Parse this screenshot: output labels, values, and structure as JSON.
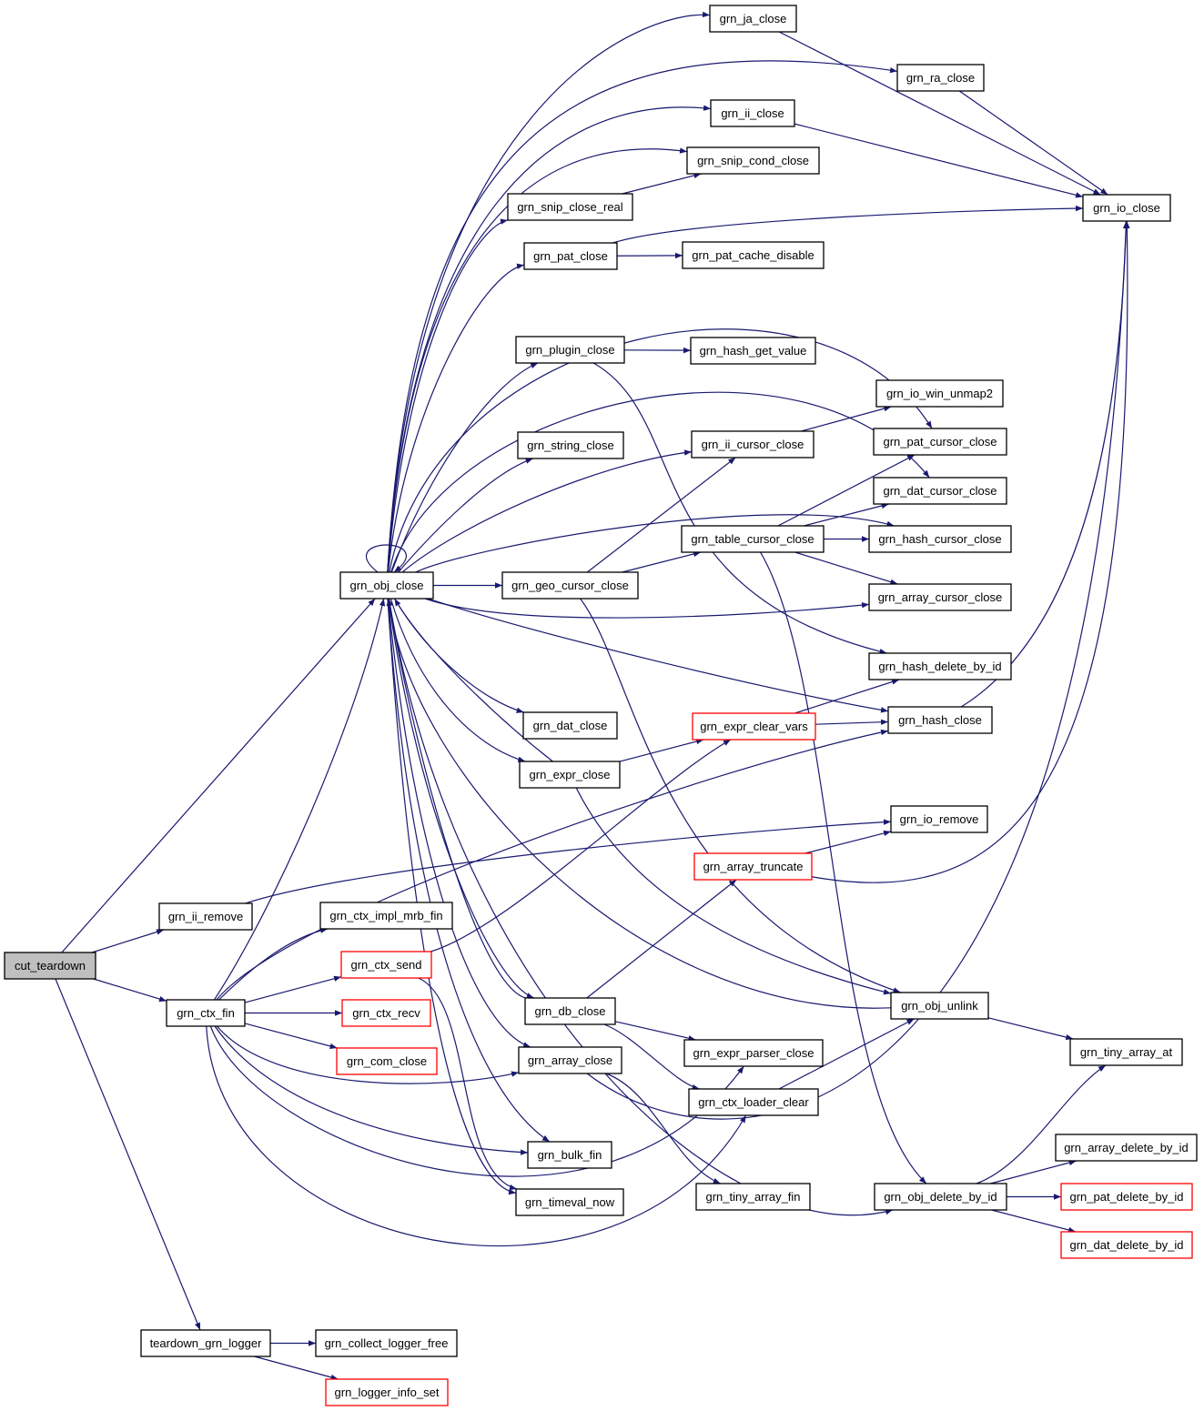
{
  "graph": {
    "root": "cut_teardown",
    "colors": {
      "edge": "#191970",
      "node_border": "#000000",
      "truncated_border": "#ff0000",
      "root_fill": "#bfbfbf",
      "node_fill": "#ffffff"
    },
    "nodes": [
      {
        "id": "cut_teardown",
        "label": "cut_teardown",
        "style": "root"
      },
      {
        "id": "grn_ii_remove",
        "label": "grn_ii_remove",
        "style": "normal"
      },
      {
        "id": "grn_ctx_fin",
        "label": "grn_ctx_fin",
        "style": "normal"
      },
      {
        "id": "teardown_grn_logger",
        "label": "teardown_grn_logger",
        "style": "normal"
      },
      {
        "id": "grn_obj_close",
        "label": "grn_obj_close",
        "style": "normal"
      },
      {
        "id": "grn_ctx_impl_mrb_fin",
        "label": "grn_ctx_impl_mrb_fin",
        "style": "normal"
      },
      {
        "id": "grn_ctx_send",
        "label": "grn_ctx_send",
        "style": "truncated"
      },
      {
        "id": "grn_ctx_recv",
        "label": "grn_ctx_recv",
        "style": "truncated"
      },
      {
        "id": "grn_com_close",
        "label": "grn_com_close",
        "style": "truncated"
      },
      {
        "id": "grn_collect_logger_free",
        "label": "grn_collect_logger_free",
        "style": "normal"
      },
      {
        "id": "grn_logger_info_set",
        "label": "grn_logger_info_set",
        "style": "truncated"
      },
      {
        "id": "grn_ja_close",
        "label": "grn_ja_close",
        "style": "normal"
      },
      {
        "id": "grn_ii_close",
        "label": "grn_ii_close",
        "style": "normal"
      },
      {
        "id": "grn_snip_close_real",
        "label": "grn_snip_close_real",
        "style": "normal"
      },
      {
        "id": "grn_pat_close",
        "label": "grn_pat_close",
        "style": "normal"
      },
      {
        "id": "grn_plugin_close",
        "label": "grn_plugin_close",
        "style": "normal"
      },
      {
        "id": "grn_string_close",
        "label": "grn_string_close",
        "style": "normal"
      },
      {
        "id": "grn_geo_cursor_close",
        "label": "grn_geo_cursor_close",
        "style": "normal"
      },
      {
        "id": "grn_dat_close",
        "label": "grn_dat_close",
        "style": "normal"
      },
      {
        "id": "grn_expr_close",
        "label": "grn_expr_close",
        "style": "normal"
      },
      {
        "id": "grn_db_close",
        "label": "grn_db_close",
        "style": "normal"
      },
      {
        "id": "grn_array_close",
        "label": "grn_array_close",
        "style": "normal"
      },
      {
        "id": "grn_bulk_fin",
        "label": "grn_bulk_fin",
        "style": "normal"
      },
      {
        "id": "grn_timeval_now",
        "label": "grn_timeval_now",
        "style": "normal"
      },
      {
        "id": "grn_snip_cond_close",
        "label": "grn_snip_cond_close",
        "style": "normal"
      },
      {
        "id": "grn_pat_cache_disable",
        "label": "grn_pat_cache_disable",
        "style": "normal"
      },
      {
        "id": "grn_hash_get_value",
        "label": "grn_hash_get_value",
        "style": "normal"
      },
      {
        "id": "grn_ii_cursor_close",
        "label": "grn_ii_cursor_close",
        "style": "normal"
      },
      {
        "id": "grn_table_cursor_close",
        "label": "grn_table_cursor_close",
        "style": "normal"
      },
      {
        "id": "grn_expr_clear_vars",
        "label": "grn_expr_clear_vars",
        "style": "truncated"
      },
      {
        "id": "grn_array_truncate",
        "label": "grn_array_truncate",
        "style": "truncated"
      },
      {
        "id": "grn_expr_parser_close",
        "label": "grn_expr_parser_close",
        "style": "normal"
      },
      {
        "id": "grn_ctx_loader_clear",
        "label": "grn_ctx_loader_clear",
        "style": "normal"
      },
      {
        "id": "grn_tiny_array_fin",
        "label": "grn_tiny_array_fin",
        "style": "normal"
      },
      {
        "id": "grn_ra_close",
        "label": "grn_ra_close",
        "style": "normal"
      },
      {
        "id": "grn_io_win_unmap2",
        "label": "grn_io_win_unmap2",
        "style": "normal"
      },
      {
        "id": "grn_pat_cursor_close",
        "label": "grn_pat_cursor_close",
        "style": "normal"
      },
      {
        "id": "grn_dat_cursor_close",
        "label": "grn_dat_cursor_close",
        "style": "normal"
      },
      {
        "id": "grn_hash_cursor_close",
        "label": "grn_hash_cursor_close",
        "style": "normal"
      },
      {
        "id": "grn_array_cursor_close",
        "label": "grn_array_cursor_close",
        "style": "normal"
      },
      {
        "id": "grn_hash_delete_by_id",
        "label": "grn_hash_delete_by_id",
        "style": "normal"
      },
      {
        "id": "grn_hash_close",
        "label": "grn_hash_close",
        "style": "normal"
      },
      {
        "id": "grn_io_remove",
        "label": "grn_io_remove",
        "style": "normal"
      },
      {
        "id": "grn_obj_unlink",
        "label": "grn_obj_unlink",
        "style": "normal"
      },
      {
        "id": "grn_obj_delete_by_id",
        "label": "grn_obj_delete_by_id",
        "style": "normal"
      },
      {
        "id": "grn_io_close",
        "label": "grn_io_close",
        "style": "normal"
      },
      {
        "id": "grn_tiny_array_at",
        "label": "grn_tiny_array_at",
        "style": "normal"
      },
      {
        "id": "grn_array_delete_by_id",
        "label": "grn_array_delete_by_id",
        "style": "normal"
      },
      {
        "id": "grn_pat_delete_by_id",
        "label": "grn_pat_delete_by_id",
        "style": "truncated"
      },
      {
        "id": "grn_dat_delete_by_id",
        "label": "grn_dat_delete_by_id",
        "style": "truncated"
      }
    ],
    "edges": [
      [
        "cut_teardown",
        "grn_obj_close"
      ],
      [
        "cut_teardown",
        "grn_ii_remove"
      ],
      [
        "cut_teardown",
        "grn_ctx_fin"
      ],
      [
        "cut_teardown",
        "teardown_grn_logger"
      ],
      [
        "grn_ii_remove",
        "grn_io_remove"
      ],
      [
        "grn_ctx_fin",
        "grn_obj_close"
      ],
      [
        "grn_ctx_fin",
        "grn_ctx_impl_mrb_fin"
      ],
      [
        "grn_ctx_fin",
        "grn_ctx_send"
      ],
      [
        "grn_ctx_fin",
        "grn_ctx_recv"
      ],
      [
        "grn_ctx_fin",
        "grn_com_close"
      ],
      [
        "grn_ctx_fin",
        "grn_array_close"
      ],
      [
        "grn_ctx_fin",
        "grn_bulk_fin"
      ],
      [
        "grn_ctx_fin",
        "grn_hash_close"
      ],
      [
        "grn_ctx_fin",
        "grn_expr_parser_close"
      ],
      [
        "grn_ctx_fin",
        "grn_ctx_loader_clear"
      ],
      [
        "grn_ctx_send",
        "grn_expr_clear_vars"
      ],
      [
        "grn_ctx_send",
        "grn_timeval_now"
      ],
      [
        "teardown_grn_logger",
        "grn_collect_logger_free"
      ],
      [
        "teardown_grn_logger",
        "grn_logger_info_set"
      ],
      [
        "grn_obj_close",
        "grn_obj_close"
      ],
      [
        "grn_obj_close",
        "grn_ja_close"
      ],
      [
        "grn_obj_close",
        "grn_ra_close"
      ],
      [
        "grn_obj_close",
        "grn_ii_close"
      ],
      [
        "grn_obj_close",
        "grn_snip_cond_close"
      ],
      [
        "grn_obj_close",
        "grn_snip_close_real"
      ],
      [
        "grn_obj_close",
        "grn_pat_close"
      ],
      [
        "grn_obj_close",
        "grn_pat_cursor_close"
      ],
      [
        "grn_obj_close",
        "grn_plugin_close"
      ],
      [
        "grn_obj_close",
        "grn_dat_cursor_close"
      ],
      [
        "grn_obj_close",
        "grn_string_close"
      ],
      [
        "grn_obj_close",
        "grn_ii_cursor_close"
      ],
      [
        "grn_obj_close",
        "grn_hash_cursor_close"
      ],
      [
        "grn_obj_close",
        "grn_geo_cursor_close"
      ],
      [
        "grn_obj_close",
        "grn_array_cursor_close"
      ],
      [
        "grn_obj_close",
        "grn_hash_close"
      ],
      [
        "grn_obj_close",
        "grn_dat_close"
      ],
      [
        "grn_obj_close",
        "grn_expr_close"
      ],
      [
        "grn_obj_close",
        "grn_db_close"
      ],
      [
        "grn_obj_close",
        "grn_array_close"
      ],
      [
        "grn_obj_close",
        "grn_bulk_fin"
      ],
      [
        "grn_obj_close",
        "grn_timeval_now"
      ],
      [
        "grn_obj_close",
        "grn_obj_delete_by_id"
      ],
      [
        "grn_snip_close_real",
        "grn_snip_cond_close"
      ],
      [
        "grn_pat_close",
        "grn_io_close"
      ],
      [
        "grn_pat_close",
        "grn_pat_cache_disable"
      ],
      [
        "grn_plugin_close",
        "grn_hash_get_value"
      ],
      [
        "grn_plugin_close",
        "grn_hash_delete_by_id"
      ],
      [
        "grn_geo_cursor_close",
        "grn_table_cursor_close"
      ],
      [
        "grn_geo_cursor_close",
        "grn_ii_cursor_close"
      ],
      [
        "grn_geo_cursor_close",
        "grn_obj_unlink"
      ],
      [
        "grn_expr_close",
        "grn_obj_close"
      ],
      [
        "grn_expr_close",
        "grn_expr_clear_vars"
      ],
      [
        "grn_expr_close",
        "grn_obj_unlink"
      ],
      [
        "grn_db_close",
        "grn_obj_close"
      ],
      [
        "grn_db_close",
        "grn_array_truncate"
      ],
      [
        "grn_db_close",
        "grn_expr_parser_close"
      ],
      [
        "grn_db_close",
        "grn_ctx_loader_clear"
      ],
      [
        "grn_array_close",
        "grn_io_close"
      ],
      [
        "grn_array_close",
        "grn_tiny_array_fin"
      ],
      [
        "grn_ii_close",
        "grn_io_close"
      ],
      [
        "grn_ja_close",
        "grn_io_close"
      ],
      [
        "grn_ra_close",
        "grn_io_close"
      ],
      [
        "grn_ii_cursor_close",
        "grn_io_win_unmap2"
      ],
      [
        "grn_table_cursor_close",
        "grn_pat_cursor_close"
      ],
      [
        "grn_table_cursor_close",
        "grn_dat_cursor_close"
      ],
      [
        "grn_table_cursor_close",
        "grn_hash_cursor_close"
      ],
      [
        "grn_table_cursor_close",
        "grn_array_cursor_close"
      ],
      [
        "grn_table_cursor_close",
        "grn_obj_delete_by_id"
      ],
      [
        "grn_expr_clear_vars",
        "grn_hash_delete_by_id"
      ],
      [
        "grn_expr_clear_vars",
        "grn_hash_close"
      ],
      [
        "grn_array_truncate",
        "grn_io_remove"
      ],
      [
        "grn_array_truncate",
        "grn_io_close"
      ],
      [
        "grn_ctx_loader_clear",
        "grn_obj_unlink"
      ],
      [
        "grn_hash_close",
        "grn_io_close"
      ],
      [
        "grn_obj_unlink",
        "grn_obj_close"
      ],
      [
        "grn_obj_unlink",
        "grn_tiny_array_at"
      ],
      [
        "grn_obj_delete_by_id",
        "grn_tiny_array_at"
      ],
      [
        "grn_obj_delete_by_id",
        "grn_array_delete_by_id"
      ],
      [
        "grn_obj_delete_by_id",
        "grn_pat_delete_by_id"
      ],
      [
        "grn_obj_delete_by_id",
        "grn_dat_delete_by_id"
      ]
    ]
  }
}
